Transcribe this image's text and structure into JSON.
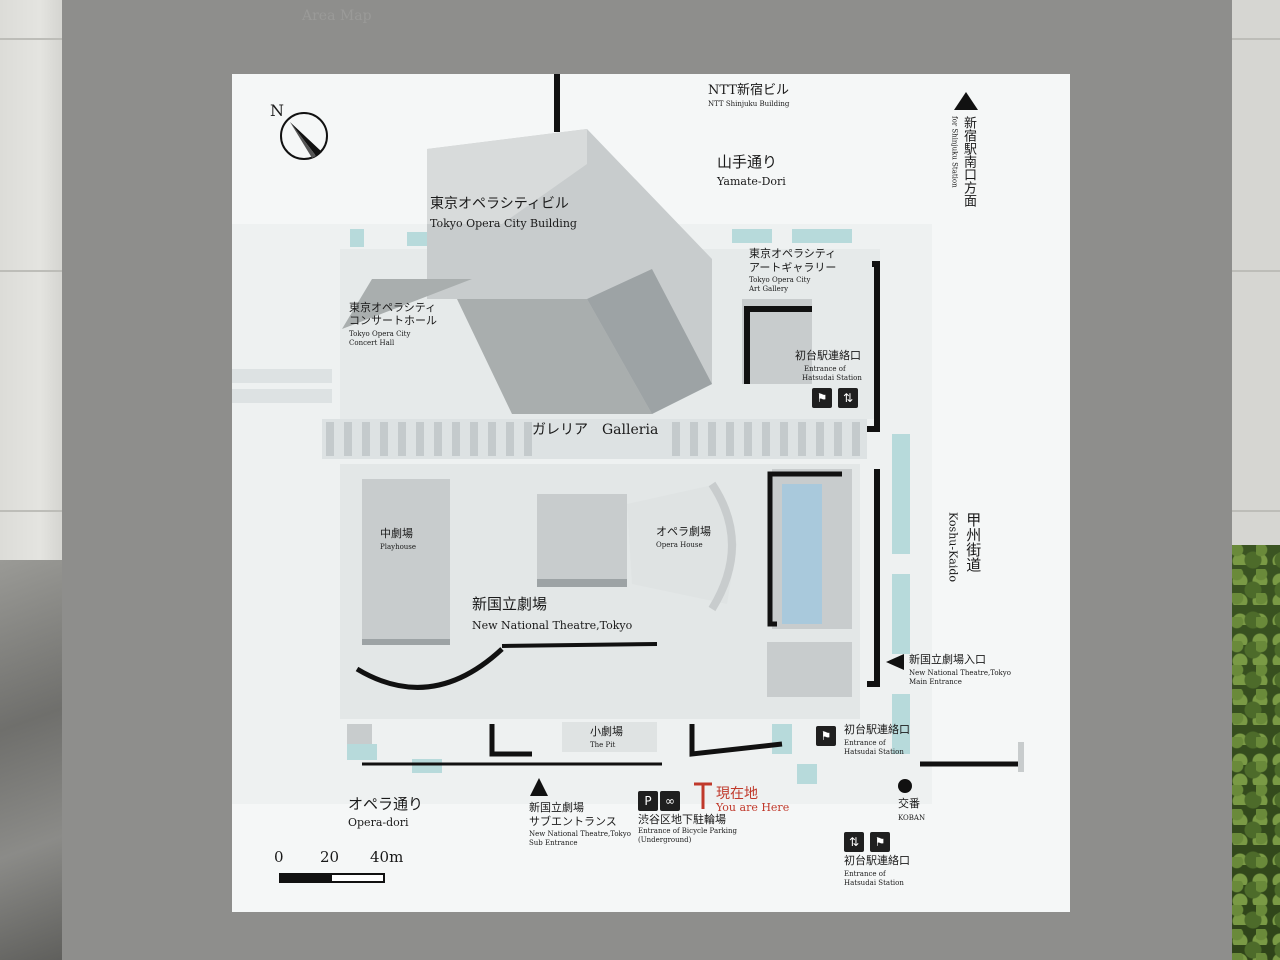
{
  "header_faint": "Area Map",
  "compass": {
    "label": "N"
  },
  "scale": {
    "ticks": [
      "0",
      "20",
      "40m"
    ]
  },
  "labels": {
    "ntt_jp": "NTT新宿ビル",
    "ntt_en": "NTT Shinjuku Building",
    "yamate_jp": "山手通り",
    "yamate_en": "Yamate-Dori",
    "shinjuku_jp": "新宿駅南口方面",
    "shinjuku_en": "for Shinjuku Station",
    "opera_city_jp": "東京オペラシティビル",
    "opera_city_en": "Tokyo Opera City Building",
    "concert_jp1": "東京オペラシティ",
    "concert_jp2": "コンサートホール",
    "concert_en1": "Tokyo Opera City",
    "concert_en2": "Concert Hall",
    "gallery_jp1": "東京オペラシティ",
    "gallery_jp2": "アートギャラリー",
    "gallery_en1": "Tokyo Opera City",
    "gallery_en2": "Art Gallery",
    "hatsudai1_jp": "初台駅連絡口",
    "hatsudai1_en1": "Entrance of",
    "hatsudai1_en2": "Hatsudai Station",
    "galleria": "ガレリア　Galleria",
    "playhouse_jp": "中劇場",
    "playhouse_en": "Playhouse",
    "operahouse_jp": "オペラ劇場",
    "operahouse_en": "Opera House",
    "nnt_jp": "新国立劇場",
    "nnt_en": "New National Theatre,Tokyo",
    "koshu_jp": "甲州街道",
    "koshu_en": "Koshu-Kaido",
    "main_ent_jp": "新国立劇場入口",
    "main_ent_en1": "New National Theatre,Tokyo",
    "main_ent_en2": "Main Entrance",
    "hatsudai2_jp": "初台駅連絡口",
    "hatsudai2_en1": "Entrance of",
    "hatsudai2_en2": "Hatsudai Station",
    "pit_jp": "小劇場",
    "pit_en": "The Pit",
    "opera_dori_jp": "オペラ通り",
    "opera_dori_en": "Opera-dori",
    "sub_jp1": "新国立劇場",
    "sub_jp2": "サブエントランス",
    "sub_en1": "New National Theatre,Tokyo",
    "sub_en2": "Sub Entrance",
    "bike_jp": "渋谷区地下駐輪場",
    "bike_en1": "Entrance of Bicycle Parking",
    "bike_en2": "(Underground)",
    "here_jp": "現在地",
    "here_en": "You are Here",
    "koban_jp": "交番",
    "koban_en": "KOBAN",
    "hatsudai3_jp": "初台駅連絡口",
    "hatsudai3_en1": "Entrance of",
    "hatsudai3_en2": "Hatsudai Station"
  },
  "icons": {
    "train": "train-icon",
    "elevator": "elevator-icon",
    "parking": "parking-icon",
    "bicycle": "bicycle-icon"
  },
  "colors": {
    "board": "#eef1f1",
    "building": "#c9ccce",
    "road": "#f4f6f6",
    "accent": "#b7dadb",
    "water": "#a9c9dc",
    "here": "#c0392b"
  }
}
